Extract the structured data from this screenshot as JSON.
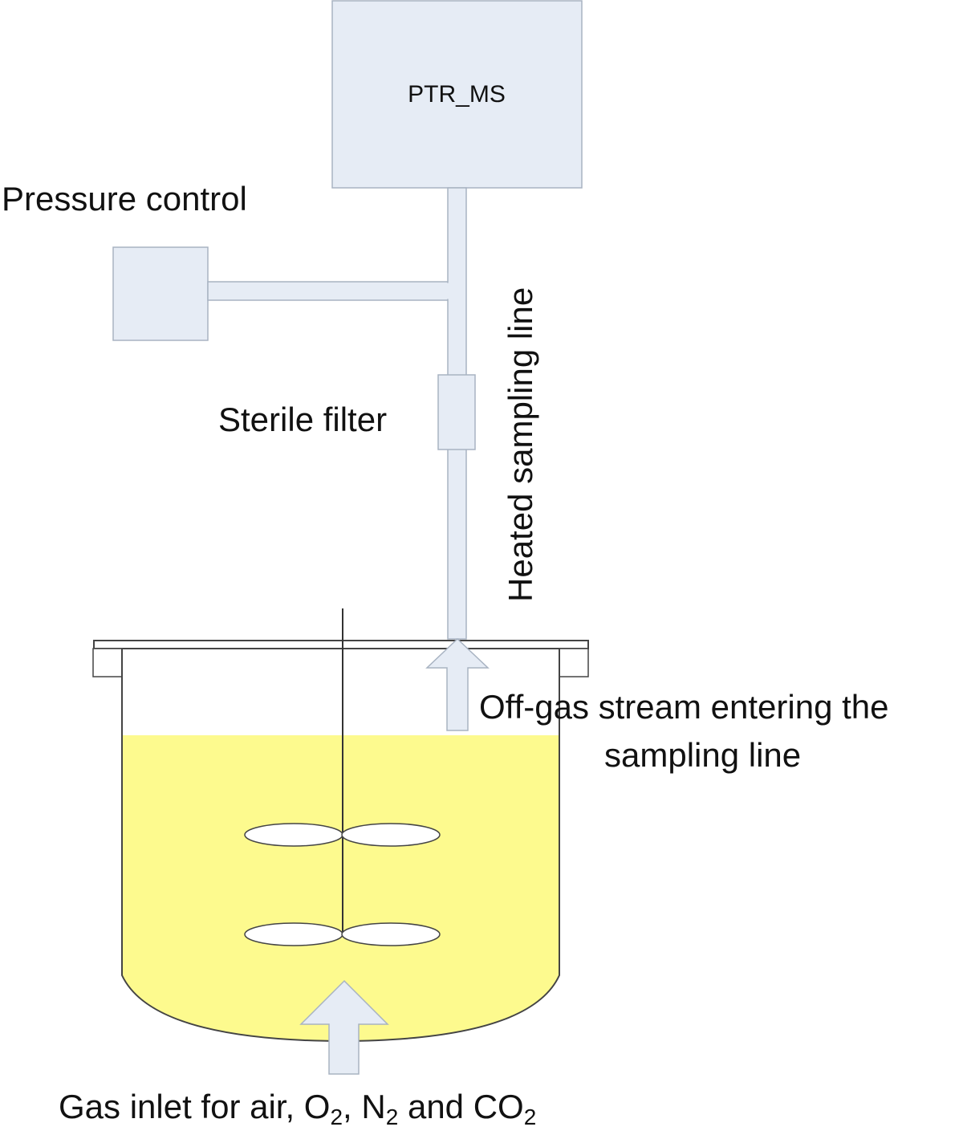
{
  "diagram": {
    "labels": {
      "ptr_ms": "PTR_MS",
      "pressure_control": "Pressure control",
      "sterile_filter": "Sterile filter",
      "heated_sampling_line": "Heated sampling line",
      "off_gas_line1": "Off-gas stream entering the",
      "off_gas_line2": "sampling line",
      "gas_inlet_prefix": "Gas inlet for air, O",
      "gas_inlet_sub1": "2",
      "gas_inlet_mid1": ", N",
      "gas_inlet_sub2": "2",
      "gas_inlet_mid2": " and CO",
      "gas_inlet_sub3": "2"
    },
    "colors": {
      "component_fill": "#e6ecf5",
      "component_stroke": "#a8b3c2",
      "liquid_fill": "#fdfa8e",
      "outline": "#444444",
      "text": "#111111"
    }
  }
}
